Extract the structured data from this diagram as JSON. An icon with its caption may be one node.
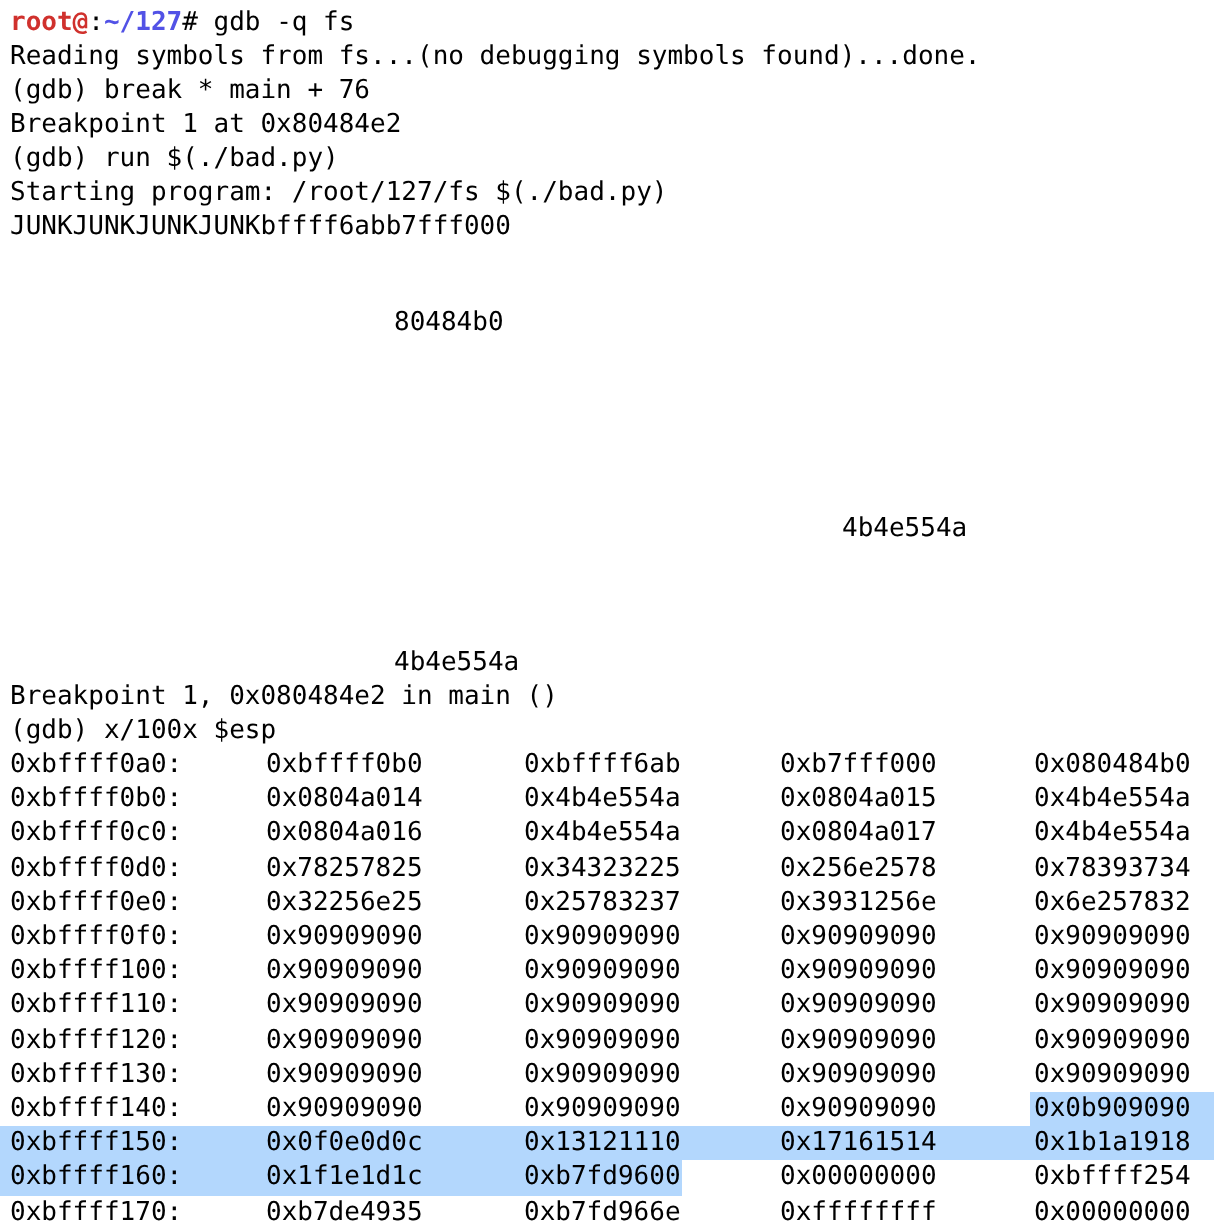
{
  "diagram": {
    "labels": [
      "root@",
      ":",
      "~/127",
      "# gdb -q fs",
      "Reading symbols from fs...(no debugging symbols found)...done.",
      "(gdb) break * main + 76",
      "Breakpoint 1 at 0x80484e2",
      "(gdb) run $(./bad.py)",
      "Starting program: /root/127/fs $(./bad.py)",
      "JUNKJUNKJUNKJUNKbffff6abb7fff000",
      "80484b0",
      "4b4e554a",
      "4b4e554a",
      "Breakpoint 1, 0x080484e2 in main ()",
      "(gdb) x/100x $esp",
      "0xbffff0a0:",
      "0xbffff0b0",
      "0xbffff6ab",
      "0xb7fff000",
      "0x080484b0",
      "0xbffff0b0:",
      "0x0804a014",
      "0x4b4e554a",
      "0x0804a015",
      "0x4b4e554a",
      "0xbffff0c0:",
      "0x0804a016",
      "0x4b4e554a",
      "0x0804a017",
      "0x4b4e554a",
      "0xbffff0d0:",
      "0x78257825",
      "0x34323225",
      "0x256e2578",
      "0x78393734",
      "0xbffff0e0:",
      "0x32256e25",
      "0x25783237",
      "0x3931256e",
      "0x6e257832",
      "0xbffff0f0:",
      "0x90909090",
      "0x90909090",
      "0x90909090",
      "0x90909090",
      "0xbffff100:",
      "0x90909090",
      "0x90909090",
      "0x90909090",
      "0x90909090",
      "0xbffff110:",
      "0x90909090",
      "0x90909090",
      "0x90909090",
      "0x90909090",
      "0xbffff120:",
      "0x90909090",
      "0x90909090",
      "0x90909090",
      "0x90909090",
      "0xbffff130:",
      "0x90909090",
      "0x90909090",
      "0x90909090",
      "0x90909090",
      "0xbffff140:",
      "0x90909090",
      "0x90909090",
      "0x90909090",
      "0x0b909090",
      "0xbffff150:",
      "0x0f0e0d0c",
      "0x13121110",
      "0x17161514",
      "0x1b1a1918",
      "0xbffff160:",
      "0x1f1e1d1c",
      "0xb7fd9600",
      "0x00000000",
      "0xbffff254",
      "0xbffff170:",
      "0xb7de4935",
      "0xb7fd966e",
      "0xffffffff",
      "0x00000000"
    ]
  }
}
